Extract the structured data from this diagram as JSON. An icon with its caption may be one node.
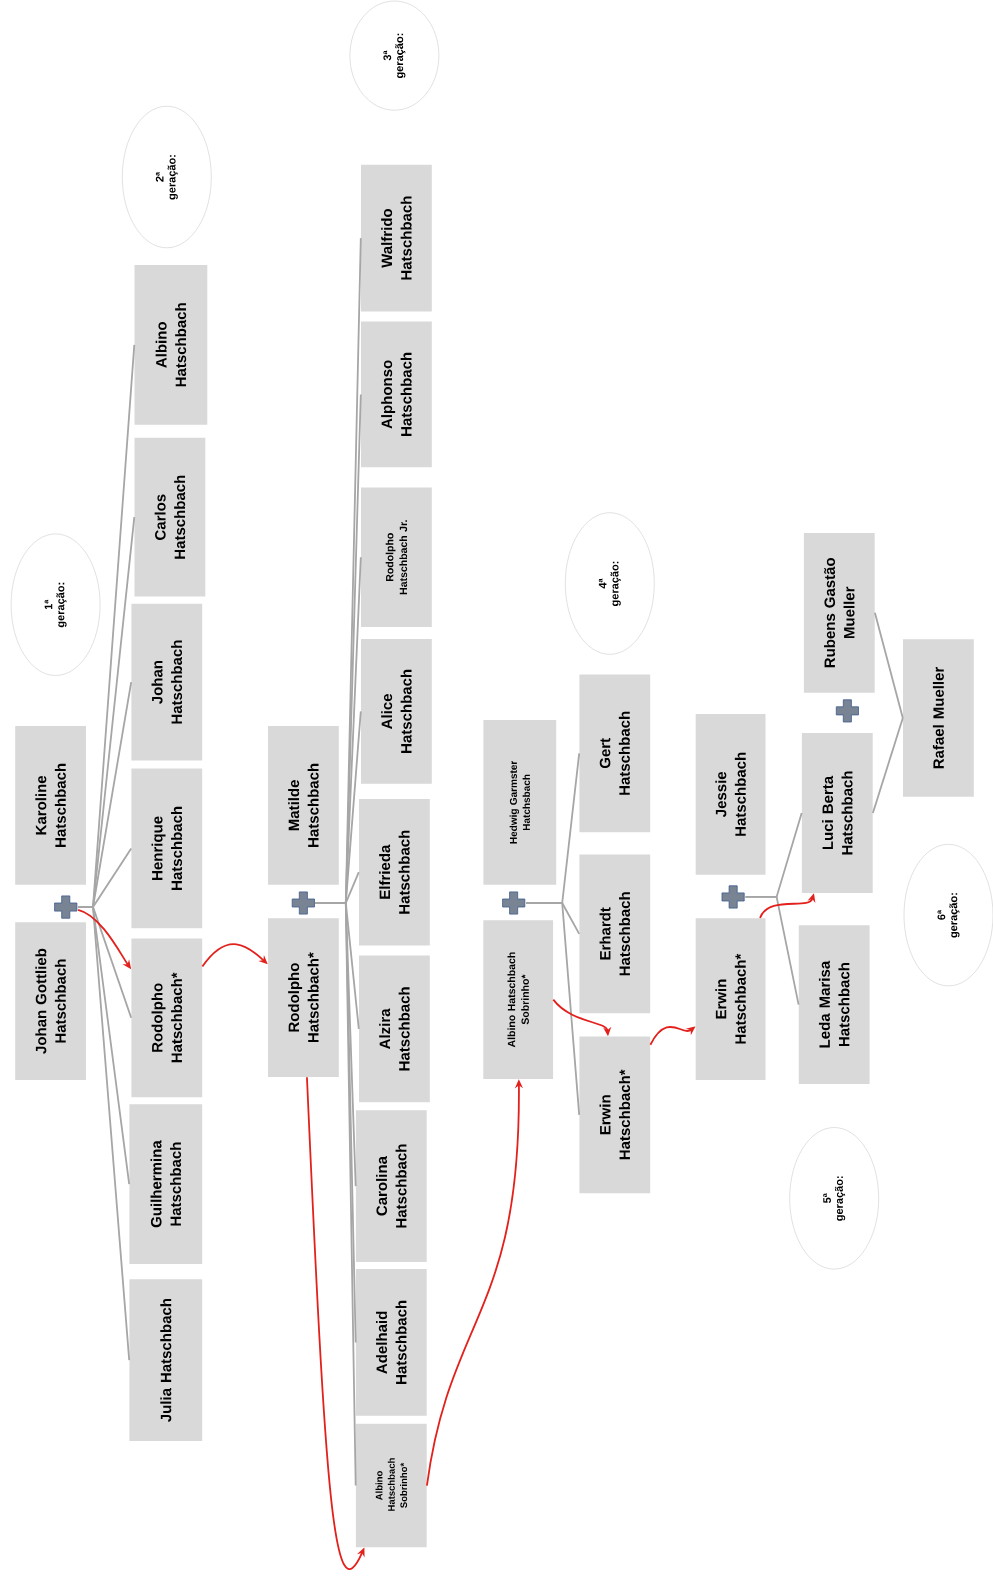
{
  "diagram": {
    "nodes": [
      {
        "text": [
          "1ª geração:"
        ]
      },
      {
        "text": [
          "2ª geração:"
        ]
      },
      {
        "text": [
          "3ª geração:"
        ]
      },
      {
        "text": [
          "4ª geração:"
        ]
      },
      {
        "text": [
          "5ª geração:"
        ]
      },
      {
        "text": [
          "6ª geração:"
        ]
      },
      {
        "text": [
          "Johan Gottlieb Hatschbach"
        ]
      },
      {
        "text": [
          "Karoline Hatschbach"
        ]
      },
      {
        "text": [
          "Rodolpho Hatschbach*"
        ]
      },
      {
        "text": [
          "Henrique Hatschbach"
        ]
      },
      {
        "text": [
          "Johan Hatschbach"
        ]
      },
      {
        "text": [
          "Carlos Hatschbach"
        ]
      },
      {
        "text": [
          "Albino Hatschbach"
        ]
      },
      {
        "text": [
          "Guilhermina Hatschbach"
        ]
      },
      {
        "text": [
          "Julia Hatschbach"
        ]
      },
      {
        "text": [
          "Rodolpho Hatschbach*"
        ]
      },
      {
        "text": [
          "Matilde Hatschbach"
        ]
      },
      {
        "text": [
          "Elfrieda Hatschbach"
        ]
      },
      {
        "text": [
          "Alzira Hatschbach"
        ]
      },
      {
        "text": [
          "Carolina Hatschbach"
        ]
      },
      {
        "text": [
          "Adelhaid Hatschbach"
        ]
      },
      {
        "text": [
          "Albino Hatschbach Sobrinho*"
        ]
      },
      {
        "text": [
          "Alice Hatschbach"
        ]
      },
      {
        "text": [
          "Rodolpho Hatschbach Jr."
        ]
      },
      {
        "text": [
          "Alphonso Hatschbach"
        ]
      },
      {
        "text": [
          "Walfrido Hatschbach"
        ]
      },
      {
        "text": [
          "Albino Hatschbach Sobrinho*"
        ]
      },
      {
        "text": [
          "Hedwig Garmster Hatchsbach"
        ]
      },
      {
        "text": [
          "Gert Hatschbach"
        ]
      },
      {
        "text": [
          "Erhardt Hatschbach"
        ]
      },
      {
        "text": [
          "Erwin Hatschbach*"
        ]
      },
      {
        "text": [
          "Erwin Hatschbach*"
        ]
      },
      {
        "text": [
          "Jessie Hatschbach"
        ]
      },
      {
        "text": [
          "Luci Berta Hatschbach"
        ]
      },
      {
        "text": [
          "Leda Marisa Hatschbach"
        ]
      },
      {
        "text": [
          "Rubens Gastão Mueller"
        ]
      },
      {
        "text": [
          "Rafael Mueller"
        ]
      },
      {
        "text": [],
        "shape": "plus"
      },
      {
        "text": [],
        "shape": "plus"
      },
      {
        "text": [],
        "shape": "plus"
      },
      {
        "text": [],
        "shape": "plus"
      },
      {
        "text": [],
        "shape": "plus"
      }
    ],
    "edges": [
      {
        "from": 37,
        "to": 8,
        "arrow": "none"
      },
      {
        "from": 37,
        "to": 9,
        "arrow": "none"
      },
      {
        "from": 37,
        "to": 10,
        "arrow": "none"
      },
      {
        "from": 37,
        "to": 11,
        "arrow": "none"
      },
      {
        "from": 37,
        "to": 12,
        "arrow": "none"
      },
      {
        "from": 37,
        "to": 13,
        "arrow": "none"
      },
      {
        "from": 37,
        "to": 14,
        "arrow": "none"
      },
      {
        "from": 38,
        "to": 17,
        "arrow": "none"
      },
      {
        "from": 38,
        "to": 18,
        "arrow": "none"
      },
      {
        "from": 38,
        "to": 19,
        "arrow": "none"
      },
      {
        "from": 38,
        "to": 20,
        "arrow": "none"
      },
      {
        "from": 38,
        "to": 21,
        "arrow": "none"
      },
      {
        "from": 38,
        "to": 22,
        "arrow": "none"
      },
      {
        "from": 38,
        "to": 23,
        "arrow": "none"
      },
      {
        "from": 38,
        "to": 24,
        "arrow": "none"
      },
      {
        "from": 38,
        "to": 25,
        "arrow": "none"
      },
      {
        "from": 39,
        "to": 28,
        "arrow": "none"
      },
      {
        "from": 39,
        "to": 29,
        "arrow": "none"
      },
      {
        "from": 39,
        "to": 30,
        "arrow": "none"
      },
      {
        "from": 40,
        "to": 33,
        "arrow": "none"
      },
      {
        "from": 40,
        "to": 34,
        "arrow": "none"
      },
      {
        "from": 35,
        "to": 36,
        "arrow": "none"
      },
      {
        "from": 33,
        "to": 36,
        "arrow": "none"
      },
      {
        "from": 37,
        "to": 8,
        "arrow": "to",
        "color": "#e3211c"
      },
      {
        "from": 8,
        "to": 15,
        "arrow": "to",
        "color": "#e3211c"
      },
      {
        "from": 15,
        "to": 21,
        "arrow": "to",
        "color": "#e3211c"
      },
      {
        "from": 21,
        "to": 26,
        "arrow": "to",
        "color": "#e3211c"
      },
      {
        "from": 26,
        "to": 30,
        "arrow": "to",
        "color": "#e3211c"
      },
      {
        "from": 30,
        "to": 31,
        "arrow": "to",
        "color": "#e3211c"
      },
      {
        "from": 31,
        "to": 33,
        "arrow": "to",
        "color": "#e3211c"
      }
    ]
  }
}
